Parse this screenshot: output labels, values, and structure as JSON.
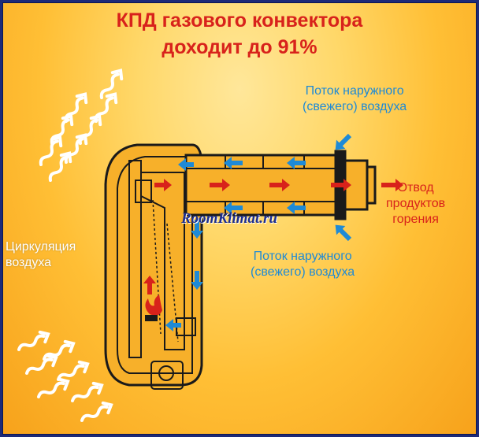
{
  "title": {
    "line1": "КПД газового конвектора",
    "line2": "доходит до 91%"
  },
  "labels": {
    "fresh_air_top": [
      "Поток наружного",
      "(свежего) воздуха"
    ],
    "fresh_air_bottom": [
      "Поток наружного",
      "(свежего) воздуха"
    ],
    "exhaust": [
      "Отвод",
      "продуктов",
      "горения"
    ],
    "circulation": [
      "Циркуляция",
      "воздуха"
    ]
  },
  "watermark": "RoomKlimat.ru",
  "colors": {
    "background_top": "#ffe79a",
    "background_bottom": "#f7a21b",
    "title": "#d8221b",
    "fresh_air": "#1e8ad6",
    "exhaust": "#d8221b",
    "device_outline": "#1a1a1a"
  },
  "icons": [
    "flame-icon",
    "hot-air-arrow",
    "exhaust-arrow",
    "fresh-air-arrow"
  ]
}
